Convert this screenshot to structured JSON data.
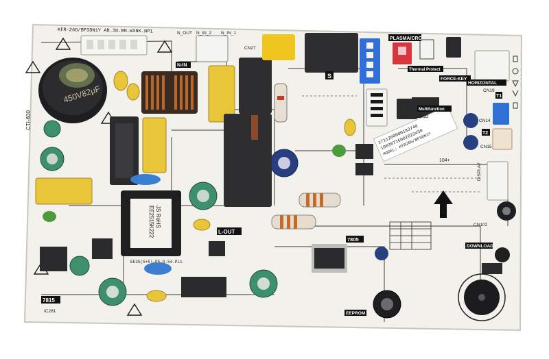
{
  "board": {
    "model": "KFR-26G/BP3DN1Y AB.3D.BN.WXNK.NP1",
    "side_code": "CTI-600"
  },
  "labels": {
    "plasma": "PLASMA/CRC",
    "thermal": "Thermal Protect",
    "force_key": "FORCE-KEY",
    "horizontal": "HORIZONTAL",
    "multifunction": "Multifunction",
    "n_in": "N-IN",
    "n_in_1": "N_IN_1",
    "n_in_2": "N_IN_2",
    "n_out": "N_OUT",
    "l_out": "L-OUT",
    "s_label": "S",
    "reg_7805": "7805",
    "reg_7815": "7815",
    "eeprom": "EEPROM",
    "download": "DOWNLOAD",
    "display": "DISPLAY",
    "cn14": "CN14",
    "cn15": "CN15",
    "cn19": "CN19",
    "cn32": "CN32",
    "cn27": "CN27",
    "cn102": "CN102",
    "ic281": "IC281",
    "t1": "T1",
    "t2": "T2"
  },
  "components": {
    "main_cap_text": "450V82μF",
    "transformer_line1": "EE25(5+5)-P5-D.S4.PL1",
    "transformer_line2": "EE2515K222",
    "transformer_line3": "JS RoHS",
    "sticker_line1": "1711200000183740",
    "sticker_line2": "10030716002822430",
    "sticker_line3": "MODEL: KFR26G/BP3DN1Y",
    "sticker_line4": "104+"
  },
  "colors": {
    "board": "#f3f1ec",
    "silk": "#1a1a1a",
    "yellow_cap": "#e9c53a",
    "relay": "#2e2e30",
    "blue_conn": "#2f6fd6",
    "red_conn": "#d8353f",
    "copper": "#b8692f"
  }
}
